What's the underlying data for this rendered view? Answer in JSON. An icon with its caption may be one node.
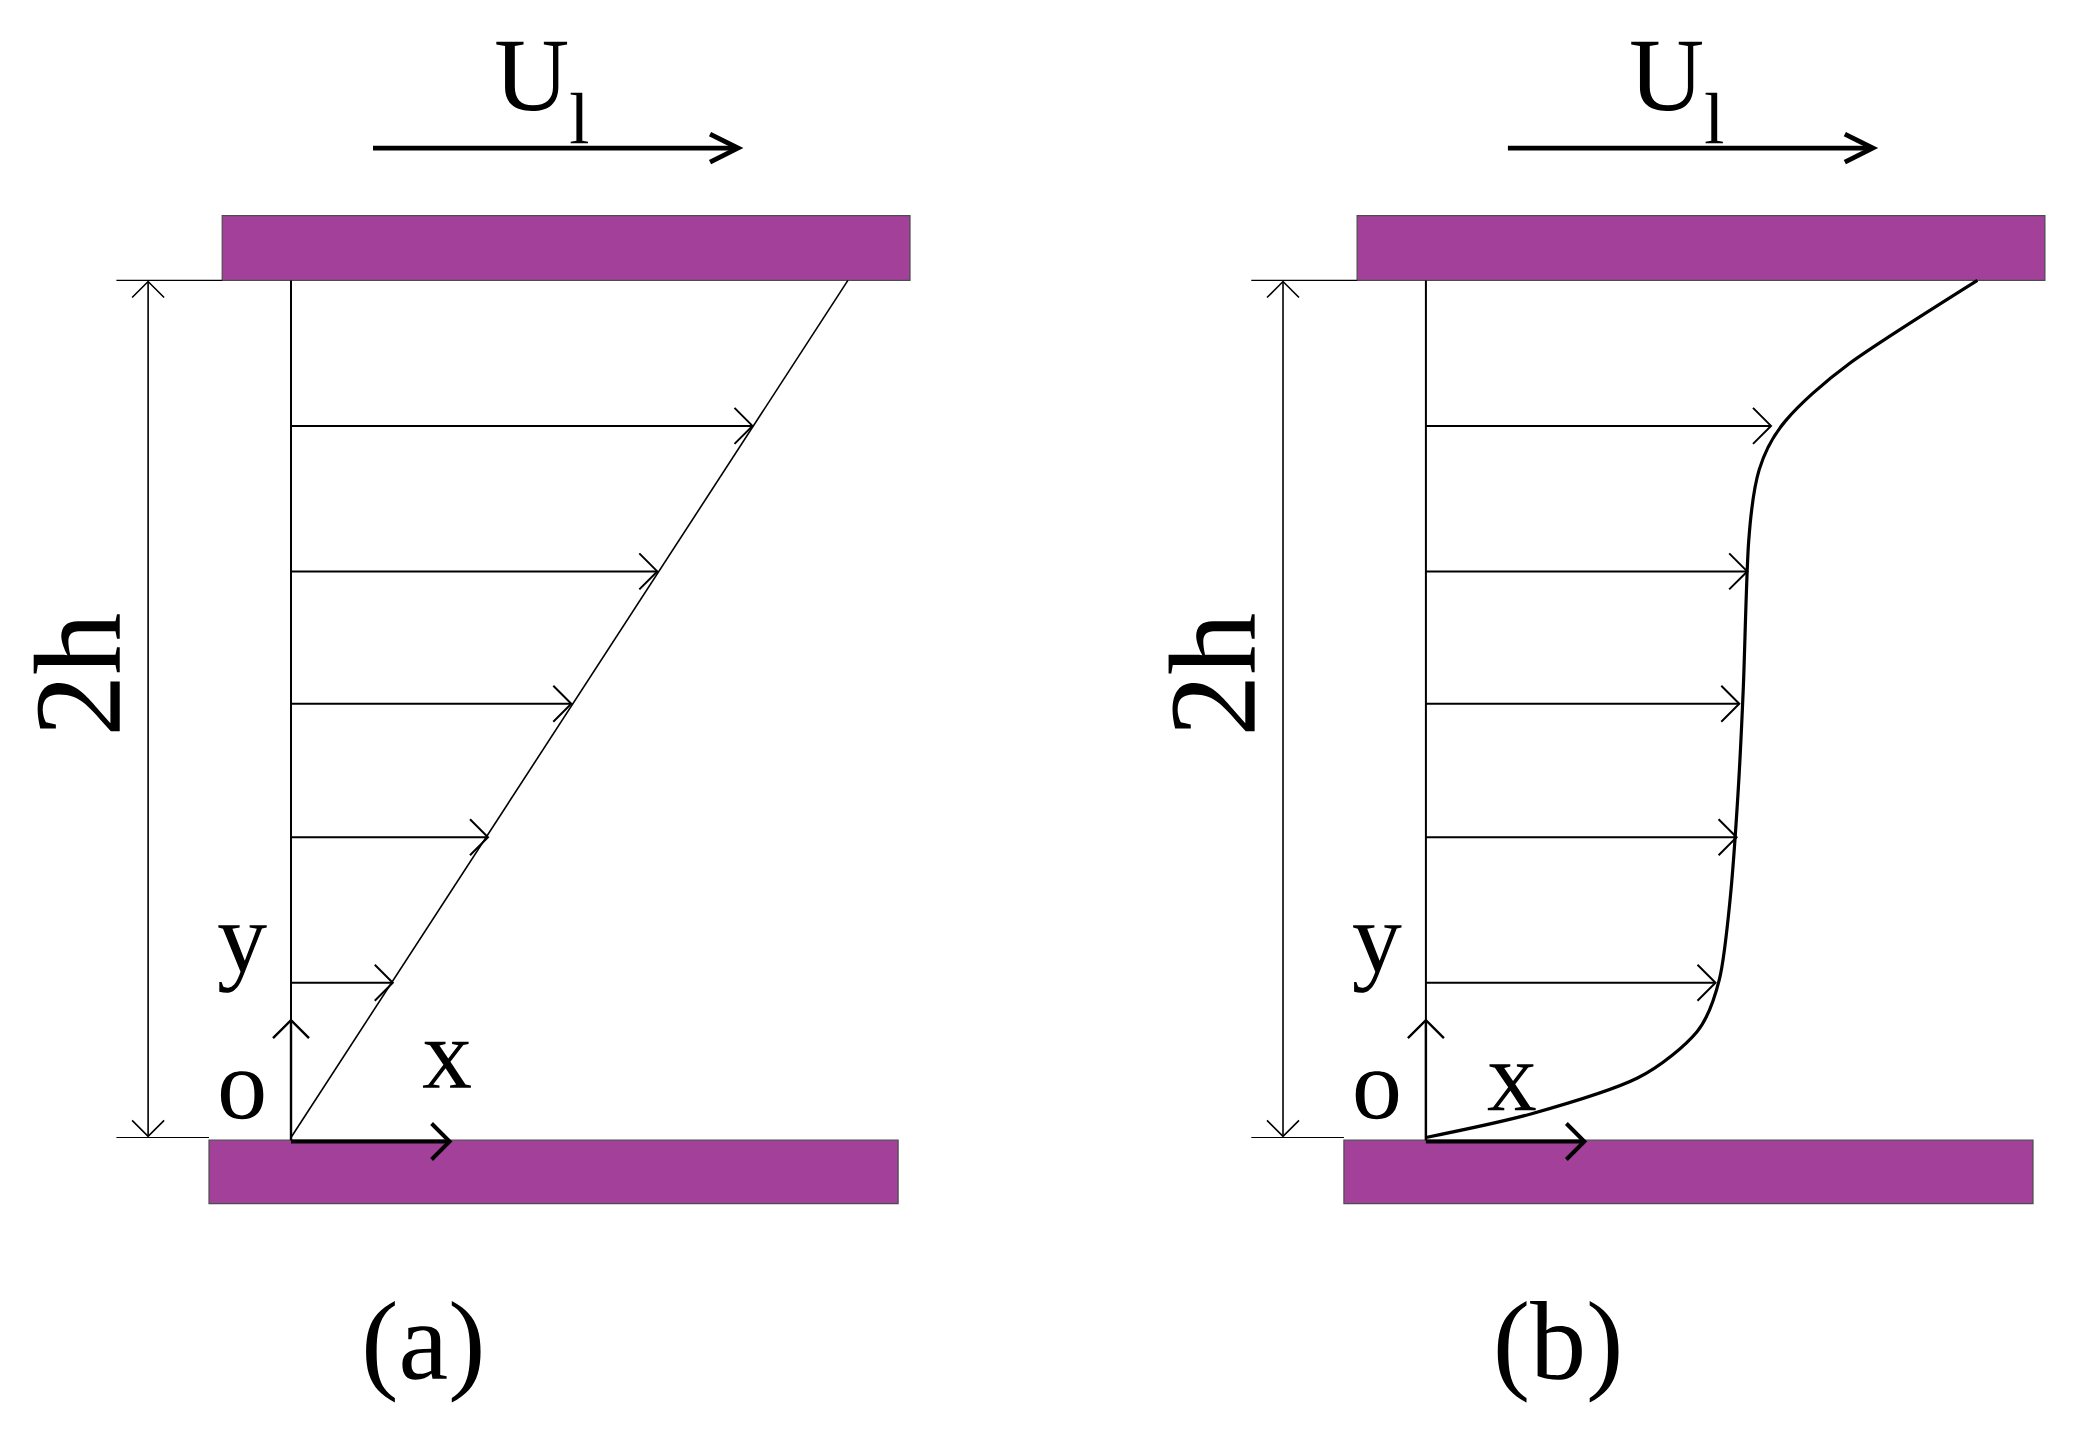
{
  "diagram": {
    "labels": [
      "U$_{l}$",
      "2h",
      "y",
      "o",
      "x",
      "(a)",
      "U$_{l}$",
      "2h",
      "y",
      "o",
      "x",
      "(b)"
    ]
  }
}
